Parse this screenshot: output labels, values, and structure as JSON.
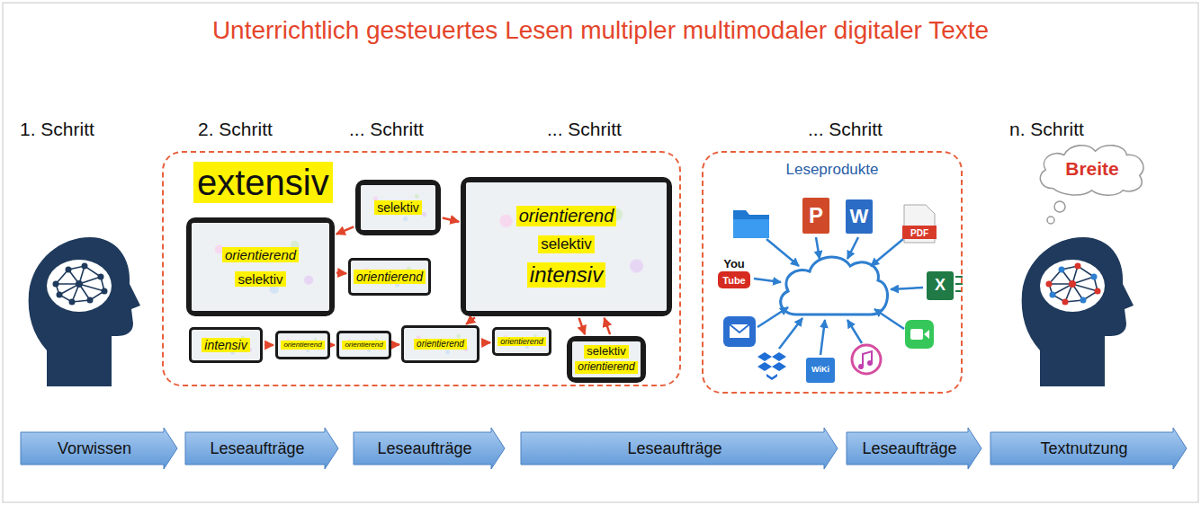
{
  "diagram": {
    "title": "Unterrichtlich gesteuertes Lesen multipler multimodaler digitaler Texte",
    "nodes": [
      {
        "text": [
          "extensiv"
        ]
      },
      {
        "text": [
          "orientierend",
          "selektiv"
        ],
        "in": 0
      },
      {
        "text": [
          "selektiv"
        ],
        "in": 0
      },
      {
        "text": [
          "orientierend"
        ],
        "in": 0
      },
      {
        "text": [
          "orientierend",
          "selektiv",
          "intensiv"
        ],
        "in": 0
      },
      {
        "text": [
          "intensiv"
        ],
        "in": 0
      },
      {
        "text": [
          "orientierend"
        ],
        "in": 0
      },
      {
        "text": [
          "orientierend"
        ],
        "in": 0
      },
      {
        "text": [
          "orientierend"
        ],
        "in": 0
      },
      {
        "text": [
          "orientierend"
        ],
        "in": 0
      },
      {
        "text": [
          "selektiv",
          "orientierend"
        ],
        "in": 0
      },
      {
        "text": [
          "Leseprodukte"
        ]
      },
      {
        "text": [
          "Breite"
        ]
      },
      {
        "text": [
          "Vorwissen"
        ]
      },
      {
        "text": [
          "Leseaufträge"
        ]
      },
      {
        "text": [
          "Leseaufträge"
        ]
      },
      {
        "text": [
          "Leseaufträge"
        ]
      },
      {
        "text": [
          "Leseaufträge"
        ]
      },
      {
        "text": [
          "Textnutzung"
        ]
      }
    ],
    "edges": [
      {
        "from": 2,
        "to": 4,
        "arrow": "to"
      },
      {
        "from": 2,
        "to": 1,
        "arrow": "to"
      },
      {
        "from": 1,
        "to": 3,
        "arrow": "to"
      },
      {
        "from": 4,
        "to": 8,
        "arrow": "to"
      },
      {
        "from": 5,
        "to": 6,
        "arrow": "to"
      },
      {
        "from": 6,
        "to": 7,
        "arrow": "to"
      },
      {
        "from": 7,
        "to": 8,
        "arrow": "to"
      },
      {
        "from": 8,
        "to": 9,
        "arrow": "to"
      },
      {
        "from": 10,
        "to": 4,
        "arrow": "to"
      },
      {
        "from": 4,
        "to": 10,
        "arrow": "to"
      }
    ],
    "labels": [
      "1. Schritt",
      "2. Schritt",
      "... Schritt",
      "... Schritt",
      "... Schritt",
      "n. Schritt",
      "P",
      "W",
      "PDF",
      "You",
      "Tube",
      "X",
      "WiKi"
    ]
  }
}
